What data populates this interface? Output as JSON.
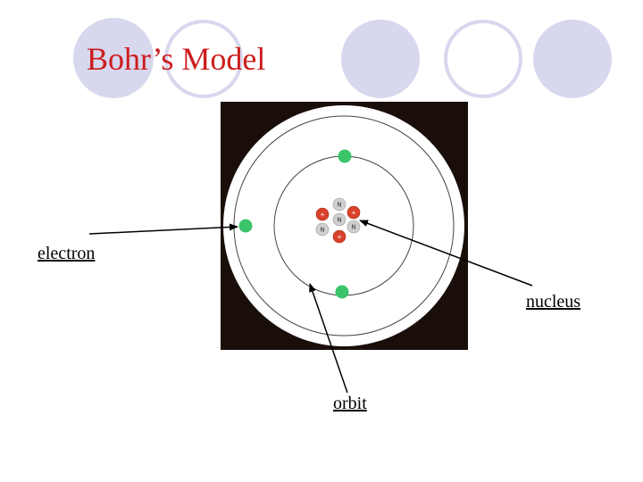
{
  "title": "Bohr’s Model",
  "labels": {
    "electron": "electron",
    "nucleus": "nucleus",
    "orbit": "orbit"
  },
  "nucleus_particles": [
    {
      "kind": "neutron",
      "symbol": "N"
    },
    {
      "kind": "proton",
      "symbol": "+"
    },
    {
      "kind": "neutron",
      "symbol": "N"
    },
    {
      "kind": "proton",
      "symbol": "+"
    },
    {
      "kind": "neutron",
      "symbol": "N"
    },
    {
      "kind": "neutron",
      "symbol": "N"
    },
    {
      "kind": "proton",
      "symbol": "+"
    }
  ],
  "colors": {
    "title": "#cc1d1d",
    "decoration": "#d7d7ee",
    "electron": "#3cc46b",
    "proton": "#d9412a",
    "neutron": "#cfcfcf",
    "frame": "#1a0e0a"
  }
}
